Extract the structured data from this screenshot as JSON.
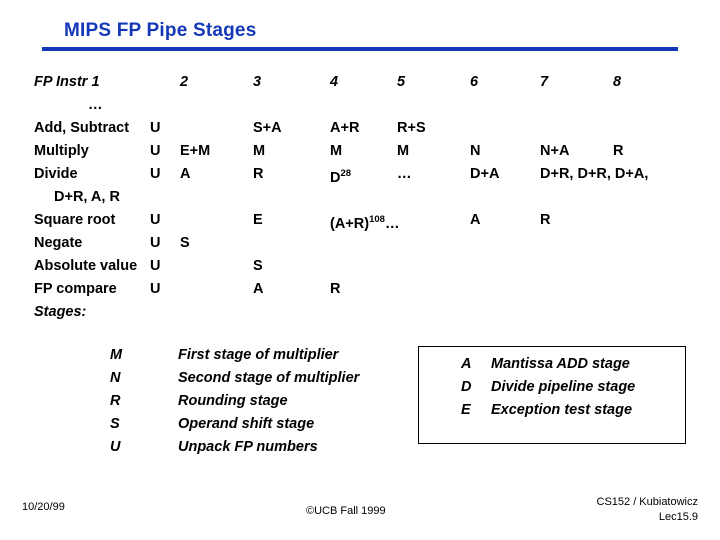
{
  "slide": {
    "title": "MIPS FP Pipe Stages",
    "accent_color": "#1538b8",
    "text_color": "#000000",
    "background_color": "#ffffff"
  },
  "table": {
    "header": {
      "label": "FP Instr 1",
      "c2": "2",
      "c3": "3",
      "c4": "4",
      "c5": "5",
      "c6": "6",
      "c7": "7",
      "c8": "8"
    },
    "header_dots": "…",
    "rows": [
      {
        "label": "Add, Subtract",
        "c1": "U",
        "c2": "",
        "c3": "S+A",
        "c4": "A+R",
        "c5": "R+S",
        "c6": "",
        "c7": "",
        "c8": ""
      },
      {
        "label": "Multiply",
        "c1": "U",
        "c2": "E+M",
        "c3": "M",
        "c4": "M",
        "c5": "M",
        "c6": "N",
        "c7": "N+A",
        "c8": "R"
      },
      {
        "label": "Divide",
        "c1": "U",
        "c2": "A",
        "c3": "R",
        "c4_base": "D",
        "c4_sup": "28",
        "c5": "…",
        "c6": "D+A",
        "c7": "D+R, D+R, D+A,",
        "continuation": "D+R, A, R"
      },
      {
        "label": "Square root",
        "c1": "U",
        "c3": "E",
        "c4_base": "(A+R)",
        "c4_sup": "108",
        "c4_tail": "…",
        "c6": "A",
        "c7": "R"
      },
      {
        "label": "Negate",
        "c1": "U",
        "c2": "S"
      },
      {
        "label": "Absolute value",
        "c1": "U",
        "c3": "S"
      },
      {
        "label": "FP compare",
        "c1": "U",
        "c3": "A",
        "c4": "R"
      }
    ],
    "stages_heading": "Stages:"
  },
  "stages_legend": [
    {
      "key": "M",
      "desc": "First stage of multiplier"
    },
    {
      "key": "N",
      "desc": "Second stage of multiplier"
    },
    {
      "key": "R",
      "desc": "Rounding stage"
    },
    {
      "key": "S",
      "desc": "Operand shift stage"
    },
    {
      "key": "U",
      "desc": "Unpack FP numbers"
    }
  ],
  "boxed_legend": [
    {
      "key": "A",
      "desc": "Mantissa ADD stage"
    },
    {
      "key": "D",
      "desc": "Divide pipeline stage"
    },
    {
      "key": "E",
      "desc": "Exception test stage"
    }
  ],
  "footer": {
    "date": "10/20/99",
    "center": "©UCB Fall 1999",
    "course": "CS152 / Kubiatowicz",
    "lecture": "Lec15.9"
  }
}
